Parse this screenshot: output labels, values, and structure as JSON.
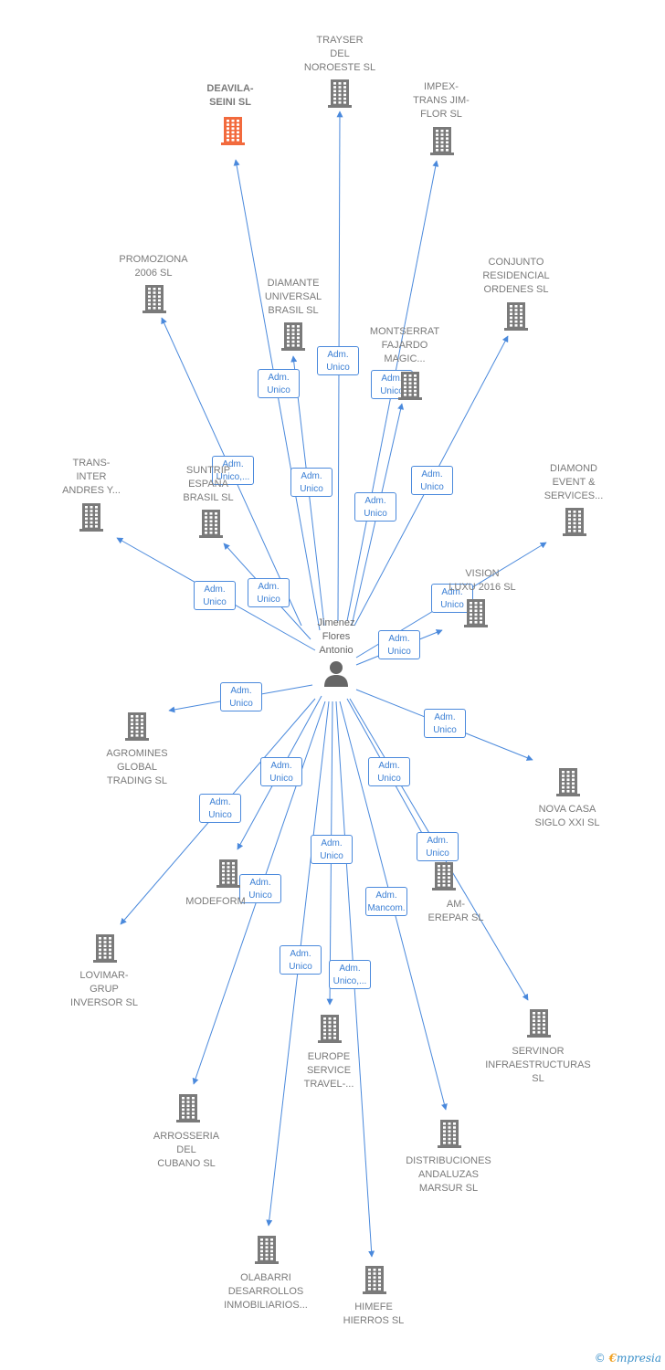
{
  "center": {
    "name_lines": [
      "Jimenez",
      "Flores",
      "Antonio"
    ]
  },
  "colors": {
    "edge": "#4a89dc",
    "company_icon": "#7a7a7a",
    "company_icon_highlight": "#f26a3d"
  },
  "companies": [
    {
      "id": "deavila",
      "lines": [
        "DEAVILA-",
        "SEINI SL"
      ],
      "highlight": true
    },
    {
      "id": "trayser",
      "lines": [
        "TRAYSER",
        "DEL",
        "NOROESTE SL"
      ]
    },
    {
      "id": "impex",
      "lines": [
        "IMPEX-",
        "TRANS JIM-",
        "FLOR SL"
      ]
    },
    {
      "id": "promoziona",
      "lines": [
        "PROMOZIONA",
        "2006 SL"
      ]
    },
    {
      "id": "diamante",
      "lines": [
        "DIAMANTE",
        "UNIVERSAL",
        "BRASIL SL"
      ]
    },
    {
      "id": "conjunto",
      "lines": [
        "CONJUNTO",
        "RESIDENCIAL",
        "ORDENES SL"
      ]
    },
    {
      "id": "montserrat",
      "lines": [
        "MONTSERRAT",
        "FAJARDO",
        "MAGIC..."
      ]
    },
    {
      "id": "transinter",
      "lines": [
        "TRANS-",
        "INTER",
        "ANDRES Y..."
      ]
    },
    {
      "id": "suntrip",
      "lines": [
        "SUNTRIP",
        "ESPAÑA",
        "BRASIL SL"
      ]
    },
    {
      "id": "diamond",
      "lines": [
        "DIAMOND",
        "EVENT &",
        "SERVICES..."
      ]
    },
    {
      "id": "vision",
      "lines": [
        "VISION",
        "LUXU 2016 SL"
      ]
    },
    {
      "id": "agromines",
      "lines": [
        "AGROMINES",
        "GLOBAL",
        "TRADING SL"
      ]
    },
    {
      "id": "novacasa",
      "lines": [
        "NOVA CASA",
        "SIGLO XXI SL"
      ]
    },
    {
      "id": "modeform",
      "lines": [
        "MODEFORM"
      ]
    },
    {
      "id": "amerepar",
      "lines": [
        "AM-",
        "EREPAR SL"
      ]
    },
    {
      "id": "lovimar",
      "lines": [
        "LOVIMAR-",
        "GRUP",
        "INVERSOR SL"
      ]
    },
    {
      "id": "servinor",
      "lines": [
        "SERVINOR",
        "INFRAESTRUCTURAS SL"
      ]
    },
    {
      "id": "europe",
      "lines": [
        "EUROPE",
        "SERVICE",
        "TRAVEL-..."
      ]
    },
    {
      "id": "arrosseria",
      "lines": [
        "ARROSSERIA",
        "DEL",
        "CUBANO SL"
      ]
    },
    {
      "id": "distribuciones",
      "lines": [
        "DISTRIBUCIONES",
        "ANDALUZAS",
        "MARSUR SL"
      ]
    },
    {
      "id": "olabarri",
      "lines": [
        "OLABARRI",
        "DESARROLLOS",
        "INMOBILIARIOS..."
      ]
    },
    {
      "id": "himefe",
      "lines": [
        "HIMEFE",
        "HIERROS SL"
      ]
    }
  ],
  "edges": [
    {
      "to": "deavila",
      "role": [
        "Adm.",
        "Unico"
      ]
    },
    {
      "to": "trayser",
      "role": [
        "Adm.",
        "Unico"
      ]
    },
    {
      "to": "impex",
      "role": [
        "Adm.",
        "Unico"
      ]
    },
    {
      "to": "promoziona",
      "role": [
        "Adm.",
        "Unico,..."
      ]
    },
    {
      "to": "diamante",
      "role": [
        "Adm.",
        "Unico"
      ]
    },
    {
      "to": "conjunto",
      "role": [
        "Adm.",
        "Unico"
      ]
    },
    {
      "to": "montserrat",
      "role": [
        "Adm.",
        "Unico"
      ]
    },
    {
      "to": "transinter",
      "role": [
        "Adm.",
        "Unico"
      ]
    },
    {
      "to": "suntrip",
      "role": [
        "Adm.",
        "Unico"
      ]
    },
    {
      "to": "diamond",
      "role": [
        "Adm.",
        "Unico"
      ]
    },
    {
      "to": "vision",
      "role": [
        "Adm.",
        "Unico"
      ]
    },
    {
      "to": "agromines",
      "role": [
        "Adm.",
        "Unico"
      ]
    },
    {
      "to": "novacasa",
      "role": [
        "Adm.",
        "Unico"
      ]
    },
    {
      "to": "modeform",
      "role": [
        "Adm.",
        "Unico"
      ]
    },
    {
      "to": "amerepar",
      "role": [
        "Adm.",
        "Unico"
      ]
    },
    {
      "to": "lovimar",
      "role": [
        "Adm.",
        "Unico"
      ]
    },
    {
      "to": "servinor",
      "role": [
        "Adm.",
        "Unico"
      ]
    },
    {
      "to": "europe",
      "role": [
        "Adm.",
        "Unico"
      ]
    },
    {
      "to": "arrosseria",
      "role": [
        "Adm.",
        "Unico"
      ]
    },
    {
      "to": "distribuciones",
      "role": [
        "Adm.",
        "Mancom."
      ]
    },
    {
      "to": "olabarri",
      "role": [
        "Adm.",
        "Unico"
      ]
    },
    {
      "to": "himefe",
      "role": [
        "Adm.",
        "Unico,..."
      ]
    }
  ],
  "brand": {
    "symbol": "©",
    "initial": "€",
    "rest": "mpresia"
  }
}
